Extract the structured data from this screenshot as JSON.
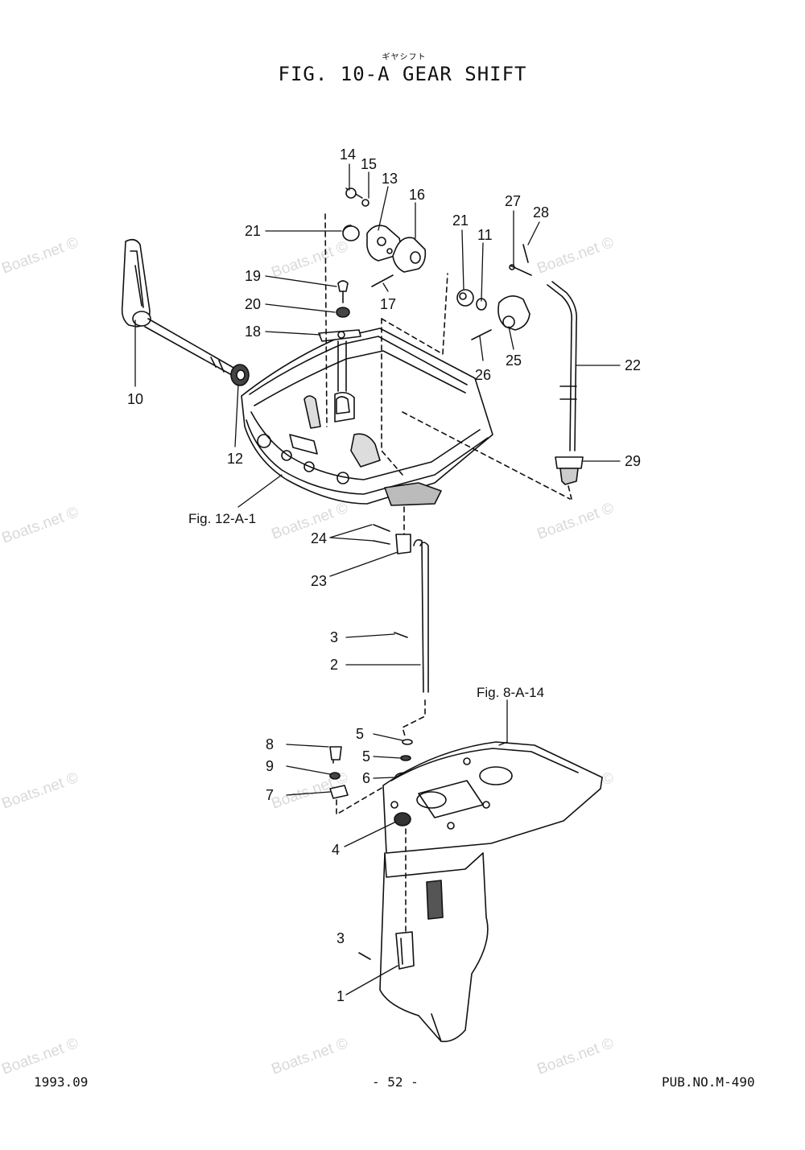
{
  "header": {
    "kana": "ギヤシフト",
    "title": "FIG. 10-A GEAR SHIFT"
  },
  "footer": {
    "date": "1993.09",
    "page": "- 52 -",
    "pub": "PUB.NO.M-490"
  },
  "references": {
    "fig_12": "Fig. 12-A-1",
    "fig_8": "Fig. 8-A-14"
  },
  "callouts": {
    "c1": "1",
    "c2": "2",
    "c3a": "3",
    "c3b": "3",
    "c4": "4",
    "c5a": "5",
    "c5b": "5",
    "c6": "6",
    "c7": "7",
    "c8": "8",
    "c9": "9",
    "c10": "10",
    "c11": "11",
    "c12": "12",
    "c13": "13",
    "c14": "14",
    "c15": "15",
    "c16": "16",
    "c17": "17",
    "c18": "18",
    "c19": "19",
    "c20": "20",
    "c21a": "21",
    "c21b": "21",
    "c22": "22",
    "c23": "23",
    "c24": "24",
    "c25": "25",
    "c26": "26",
    "c27": "27",
    "c28": "28",
    "c29": "29"
  },
  "watermark": "Boats.net ©",
  "colors": {
    "ink": "#111111",
    "watermark": "#d9d9d9"
  }
}
